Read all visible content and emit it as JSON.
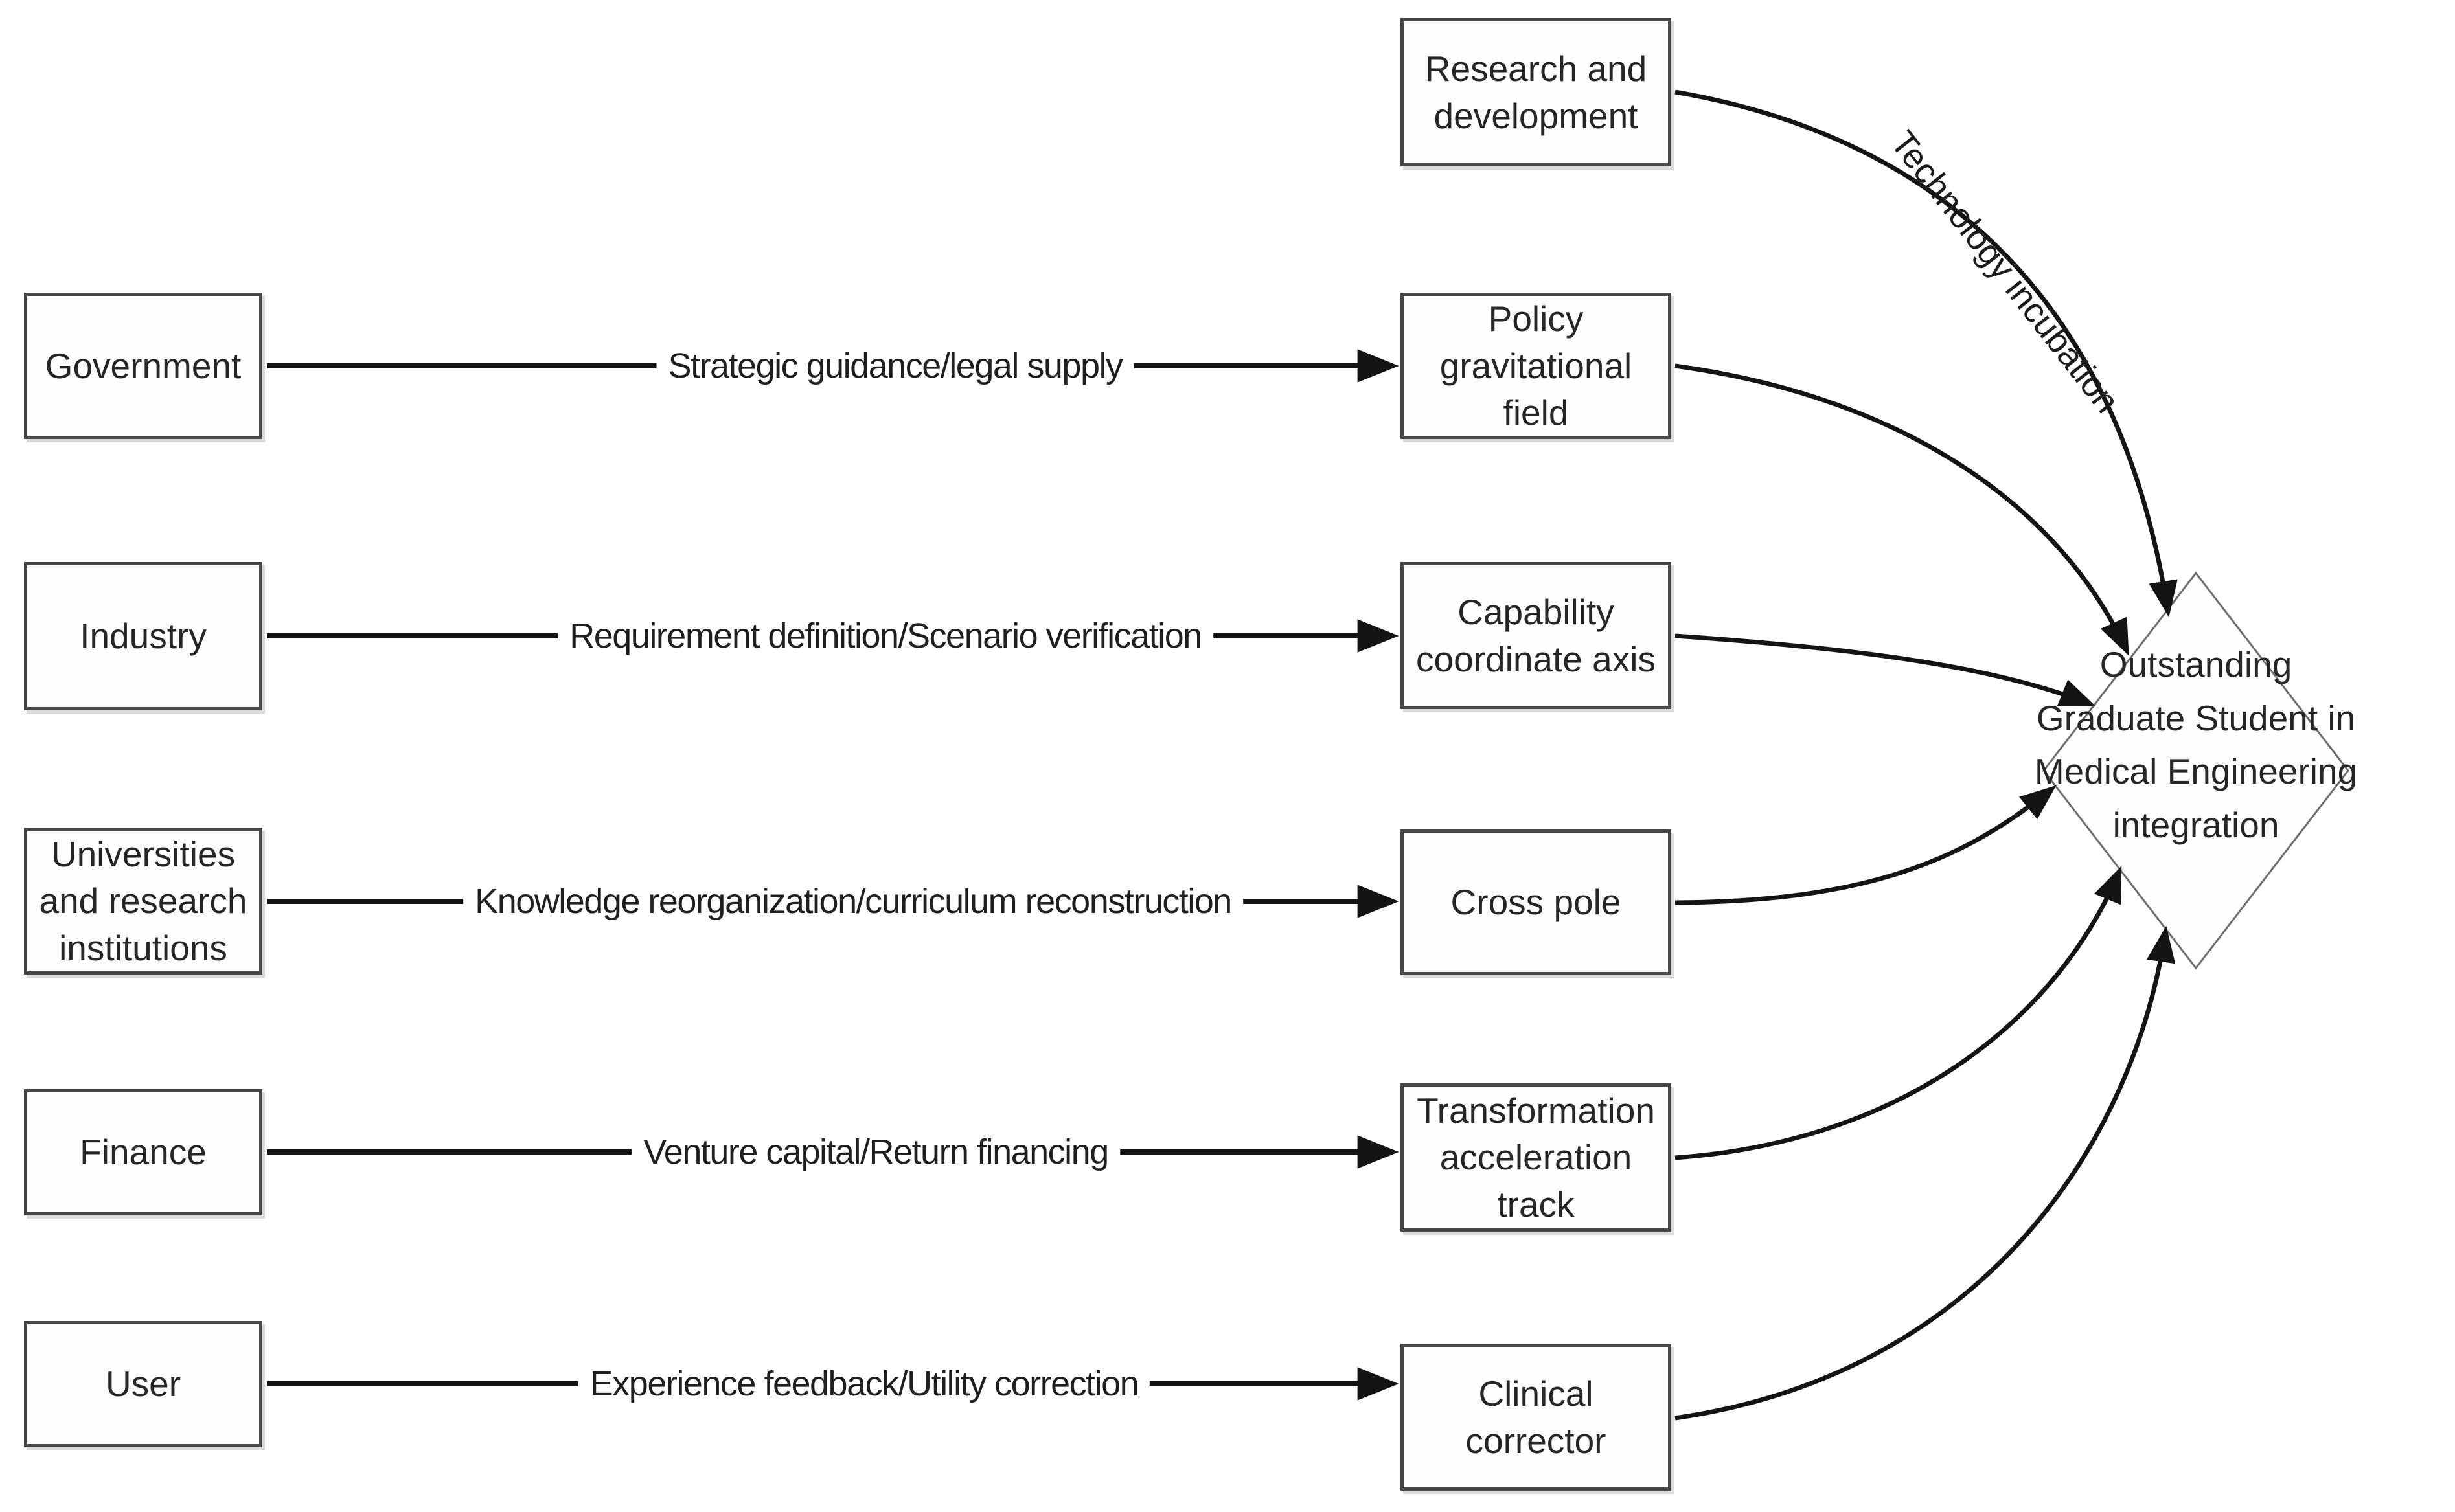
{
  "figure": {
    "left_nodes": [
      {
        "id": "government",
        "label": "Government"
      },
      {
        "id": "industry",
        "label": "Industry"
      },
      {
        "id": "universities",
        "label": "Universities and research institutions"
      },
      {
        "id": "finance",
        "label": "Finance"
      },
      {
        "id": "user",
        "label": "User"
      }
    ],
    "middle_nodes": [
      {
        "id": "rnd",
        "label": "Research and development"
      },
      {
        "id": "policy",
        "label": "Policy gravitational field"
      },
      {
        "id": "capability",
        "label": "Capability coordinate axis"
      },
      {
        "id": "crosspole",
        "label": "Cross pole"
      },
      {
        "id": "transformation",
        "label": "Transformation acceleration track"
      },
      {
        "id": "clinical",
        "label": "Clinical corrector"
      }
    ],
    "edges": [
      {
        "from": "Government",
        "to": "Policy gravitational field",
        "label": "Strategic guidance/legal supply"
      },
      {
        "from": "Industry",
        "to": "Capability coordinate axis",
        "label": "Requirement definition/Scenario verification"
      },
      {
        "from": "Universities and research institutions",
        "to": "Cross pole",
        "label": "Knowledge reorganization/curriculum reconstruction"
      },
      {
        "from": "Finance",
        "to": "Transformation acceleration track",
        "label": "Venture capital/Return financing"
      },
      {
        "from": "User",
        "to": "Clinical corrector",
        "label": "Experience feedback/Utility correction"
      }
    ],
    "curved_edge": {
      "from": "Research and development",
      "to": "target",
      "label": "Technology incubation"
    },
    "target_node": {
      "shape": "diamond",
      "label": "Outstanding Graduate Student in Medical Engineering integration"
    }
  },
  "colors": {
    "background": "#ffffff",
    "line": "#141414",
    "box_border": "#474747",
    "diamond_border": "#6e6e6e",
    "text": "#262626"
  }
}
